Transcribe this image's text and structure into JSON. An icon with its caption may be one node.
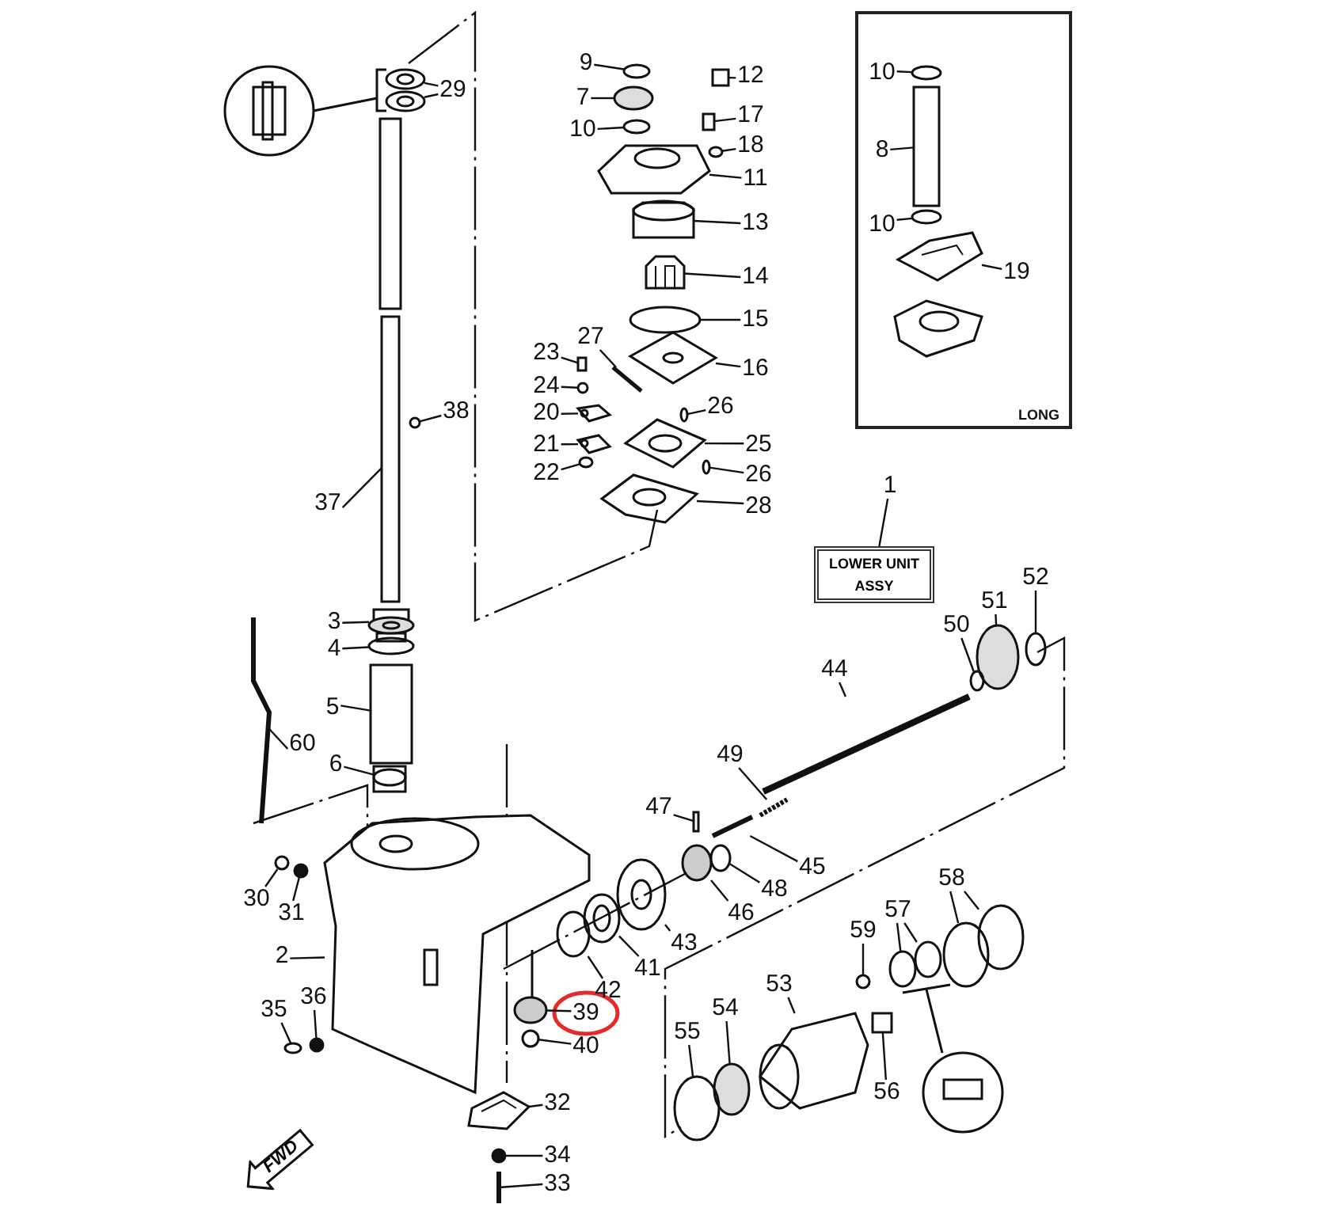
{
  "diagram": {
    "nodes": [
      {
        "text": [
          "29"
        ]
      },
      {
        "text": [
          "9"
        ]
      },
      {
        "text": [
          "12"
        ]
      },
      {
        "text": [
          "7"
        ]
      },
      {
        "text": [
          "17"
        ]
      },
      {
        "text": [
          "10"
        ]
      },
      {
        "text": [
          "18"
        ]
      },
      {
        "text": [
          "11"
        ]
      },
      {
        "text": [
          "13"
        ]
      },
      {
        "text": [
          "14"
        ]
      },
      {
        "text": [
          "15"
        ]
      },
      {
        "text": [
          "27"
        ]
      },
      {
        "text": [
          "23"
        ]
      },
      {
        "text": [
          "16"
        ]
      },
      {
        "text": [
          "24"
        ]
      },
      {
        "text": [
          "20"
        ]
      },
      {
        "text": [
          "26"
        ]
      },
      {
        "text": [
          "38"
        ]
      },
      {
        "text": [
          "21"
        ]
      },
      {
        "text": [
          "25"
        ]
      },
      {
        "text": [
          "22"
        ]
      },
      {
        "text": [
          "26"
        ]
      },
      {
        "text": [
          "28"
        ]
      },
      {
        "text": [
          "37"
        ]
      },
      {
        "text": [
          "LONG"
        ]
      },
      {
        "text": [
          "10"
        ],
        "in": 24
      },
      {
        "text": [
          "8"
        ],
        "in": 24
      },
      {
        "text": [
          "10"
        ],
        "in": 24
      },
      {
        "text": [
          "19"
        ],
        "in": 24
      },
      {
        "text": [
          "1"
        ]
      },
      {
        "text": [
          "LOWER UNIT ASSY"
        ]
      },
      {
        "text": [
          "52"
        ]
      },
      {
        "text": [
          "51"
        ]
      },
      {
        "text": [
          "50"
        ]
      },
      {
        "text": [
          "3"
        ]
      },
      {
        "text": [
          "4"
        ]
      },
      {
        "text": [
          "44"
        ]
      },
      {
        "text": [
          "5"
        ]
      },
      {
        "text": [
          "60"
        ]
      },
      {
        "text": [
          "49"
        ]
      },
      {
        "text": [
          "6"
        ]
      },
      {
        "text": [
          "47"
        ]
      },
      {
        "text": [
          "45"
        ]
      },
      {
        "text": [
          "30"
        ]
      },
      {
        "text": [
          "31"
        ]
      },
      {
        "text": [
          "48"
        ]
      },
      {
        "text": [
          "46"
        ]
      },
      {
        "text": [
          "58"
        ]
      },
      {
        "text": [
          "43"
        ]
      },
      {
        "text": [
          "57"
        ]
      },
      {
        "text": [
          "59"
        ]
      },
      {
        "text": [
          "2"
        ]
      },
      {
        "text": [
          "41"
        ]
      },
      {
        "text": [
          "42"
        ]
      },
      {
        "text": [
          "53"
        ]
      },
      {
        "text": [
          "39"
        ]
      },
      {
        "text": [
          "35"
        ]
      },
      {
        "text": [
          "36"
        ]
      },
      {
        "text": [
          "54"
        ]
      },
      {
        "text": [
          "55"
        ]
      },
      {
        "text": [
          "56"
        ]
      },
      {
        "text": [
          "40"
        ]
      },
      {
        "text": [
          "32"
        ]
      },
      {
        "text": [
          "34"
        ]
      },
      {
        "text": [
          "33"
        ]
      },
      {
        "text": [
          "FWD"
        ]
      },
      {
        "text": [],
        "shape": "picture"
      },
      {
        "text": [],
        "shape": "picture"
      },
      {
        "text": [],
        "shape": "circle"
      },
      {
        "text": [],
        "shape": "box"
      },
      {
        "text": [],
        "shape": "circle"
      },
      {
        "text": [],
        "shape": "box"
      },
      {
        "text": [],
        "shape": "circle"
      },
      {
        "text": [],
        "shape": "circle"
      },
      {
        "text": [],
        "shape": "picture"
      },
      {
        "text": [],
        "shape": "picture"
      },
      {
        "text": [],
        "shape": "picture"
      },
      {
        "text": [],
        "shape": "circle"
      },
      {
        "text": [],
        "shape": "bar"
      },
      {
        "text": [],
        "shape": "box"
      },
      {
        "text": [],
        "shape": "picture"
      },
      {
        "text": [],
        "shape": "circle"
      },
      {
        "text": [],
        "shape": "picture"
      },
      {
        "text": [],
        "shape": "circle"
      },
      {
        "text": [],
        "shape": "circle"
      },
      {
        "text": [],
        "shape": "picture"
      },
      {
        "text": [],
        "shape": "picture"
      },
      {
        "text": [],
        "shape": "circle"
      },
      {
        "text": [],
        "shape": "circle"
      },
      {
        "text": [],
        "shape": "picture"
      },
      {
        "text": [],
        "shape": "box"
      },
      {
        "text": [],
        "shape": "circle",
        "in": 24
      },
      {
        "text": [],
        "shape": "box",
        "in": 24
      },
      {
        "text": [],
        "shape": "circle",
        "in": 24
      },
      {
        "text": [],
        "shape": "picture",
        "in": 24
      },
      {
        "text": [],
        "shape": "circle"
      },
      {
        "text": [],
        "shape": "circle"
      },
      {
        "text": [],
        "shape": "circle"
      },
      {
        "text": [],
        "shape": "picture"
      },
      {
        "text": [],
        "shape": "circle"
      },
      {
        "text": [],
        "shape": "bar"
      },
      {
        "text": [],
        "shape": "box"
      },
      {
        "text": [],
        "shape": "bar"
      },
      {
        "text": [],
        "shape": "bar"
      },
      {
        "text": [],
        "shape": "picture"
      },
      {
        "text": [],
        "shape": "box"
      },
      {
        "text": [],
        "shape": "bar"
      },
      {
        "text": [],
        "shape": "circle"
      },
      {
        "text": [],
        "shape": "circle"
      },
      {
        "text": [],
        "shape": "circle"
      },
      {
        "text": [],
        "shape": "circle"
      },
      {
        "text": [],
        "shape": "circle"
      },
      {
        "text": [],
        "shape": "circle"
      },
      {
        "text": [],
        "shape": "picture"
      },
      {
        "text": [],
        "shape": "circle"
      },
      {
        "text": [],
        "shape": "circle"
      },
      {
        "text": [],
        "shape": "circle"
      },
      {
        "text": [],
        "shape": "picture"
      },
      {
        "text": [],
        "shape": "picture"
      },
      {
        "text": [],
        "shape": "circle"
      },
      {
        "text": [],
        "shape": "picture"
      },
      {
        "text": [],
        "shape": "circle"
      },
      {
        "text": [],
        "shape": "circle"
      },
      {
        "text": [],
        "shape": "circle"
      },
      {
        "text": [],
        "shape": "circle"
      },
      {
        "text": [],
        "shape": "circle"
      },
      {
        "text": [],
        "shape": "box"
      },
      {
        "text": [],
        "shape": "circle"
      },
      {
        "text": [],
        "shape": "picture"
      },
      {
        "text": [],
        "shape": "circle"
      },
      {
        "text": [],
        "shape": "bar"
      }
    ],
    "edges": [
      {
        "from": 0,
        "to": 66,
        "arrow": "none"
      },
      {
        "from": 0,
        "to": 67,
        "arrow": "none"
      },
      {
        "from": 1,
        "to": 68,
        "arrow": "none"
      },
      {
        "from": 2,
        "to": 69,
        "arrow": "none"
      },
      {
        "from": 3,
        "to": 70,
        "arrow": "none"
      },
      {
        "from": 4,
        "to": 71,
        "arrow": "none"
      },
      {
        "from": 5,
        "to": 72,
        "arrow": "none"
      },
      {
        "from": 6,
        "to": 73,
        "arrow": "none"
      },
      {
        "from": 7,
        "to": 74,
        "arrow": "none"
      },
      {
        "from": 8,
        "to": 75,
        "arrow": "none"
      },
      {
        "from": 9,
        "to": 76,
        "arrow": "none"
      },
      {
        "from": 10,
        "to": 77,
        "arrow": "none"
      },
      {
        "from": 11,
        "to": 78,
        "arrow": "none"
      },
      {
        "from": 12,
        "to": 79,
        "arrow": "none"
      },
      {
        "from": 13,
        "to": 80,
        "arrow": "none"
      },
      {
        "from": 14,
        "to": 81,
        "arrow": "none"
      },
      {
        "from": 15,
        "to": 82,
        "arrow": "none"
      },
      {
        "from": 16,
        "to": 83,
        "arrow": "none"
      },
      {
        "from": 17,
        "to": 84,
        "arrow": "none"
      },
      {
        "from": 18,
        "to": 85,
        "arrow": "none"
      },
      {
        "from": 19,
        "to": 86,
        "arrow": "none"
      },
      {
        "from": 20,
        "to": 87,
        "arrow": "none"
      },
      {
        "from": 21,
        "to": 88,
        "arrow": "none"
      },
      {
        "from": 22,
        "to": 89,
        "arrow": "none"
      },
      {
        "from": 23,
        "to": 90,
        "arrow": "none"
      },
      {
        "from": 25,
        "to": 91,
        "arrow": "none"
      },
      {
        "from": 26,
        "to": 92,
        "arrow": "none"
      },
      {
        "from": 27,
        "to": 93,
        "arrow": "none"
      },
      {
        "from": 28,
        "to": 94,
        "arrow": "none"
      },
      {
        "from": 29,
        "to": 30,
        "arrow": "none"
      },
      {
        "from": 31,
        "to": 95,
        "arrow": "none"
      },
      {
        "from": 32,
        "to": 96,
        "arrow": "none"
      },
      {
        "from": 33,
        "to": 97,
        "arrow": "none"
      },
      {
        "from": 34,
        "to": 98,
        "arrow": "none"
      },
      {
        "from": 35,
        "to": 99,
        "arrow": "none"
      },
      {
        "from": 36,
        "to": 100,
        "arrow": "none"
      },
      {
        "from": 37,
        "to": 101,
        "arrow": "none"
      },
      {
        "from": 38,
        "to": 102,
        "arrow": "none"
      },
      {
        "from": 39,
        "to": 103,
        "arrow": "none"
      },
      {
        "from": 40,
        "to": 104,
        "arrow": "none"
      },
      {
        "from": 41,
        "to": 105,
        "arrow": "none"
      },
      {
        "from": 42,
        "to": 106,
        "arrow": "none"
      },
      {
        "from": 43,
        "to": 107,
        "arrow": "none"
      },
      {
        "from": 44,
        "to": 108,
        "arrow": "none"
      },
      {
        "from": 45,
        "to": 109,
        "arrow": "none"
      },
      {
        "from": 46,
        "to": 110,
        "arrow": "none"
      },
      {
        "from": 47,
        "to": 111,
        "arrow": "none"
      },
      {
        "from": 47,
        "to": 112,
        "arrow": "none"
      },
      {
        "from": 48,
        "to": 113,
        "arrow": "none"
      },
      {
        "from": 49,
        "to": 114,
        "arrow": "none"
      },
      {
        "from": 49,
        "to": 115,
        "arrow": "none"
      },
      {
        "from": 50,
        "to": 116,
        "arrow": "none"
      },
      {
        "from": 51,
        "to": 117,
        "arrow": "none"
      },
      {
        "from": 52,
        "to": 118,
        "arrow": "none"
      },
      {
        "from": 53,
        "to": 119,
        "arrow": "none"
      },
      {
        "from": 54,
        "to": 120,
        "arrow": "none"
      },
      {
        "from": 55,
        "to": 121,
        "arrow": "none"
      },
      {
        "from": 56,
        "to": 122,
        "arrow": "none"
      },
      {
        "from": 57,
        "to": 123,
        "arrow": "none"
      },
      {
        "from": 58,
        "to": 124,
        "arrow": "none"
      },
      {
        "from": 59,
        "to": 125,
        "arrow": "none"
      },
      {
        "from": 60,
        "to": 126,
        "arrow": "none"
      },
      {
        "from": 61,
        "to": 127,
        "arrow": "none"
      },
      {
        "from": 62,
        "to": 128,
        "arrow": "none"
      },
      {
        "from": 63,
        "to": 129,
        "arrow": "none"
      },
      {
        "from": 64,
        "to": 130,
        "arrow": "none"
      }
    ]
  }
}
